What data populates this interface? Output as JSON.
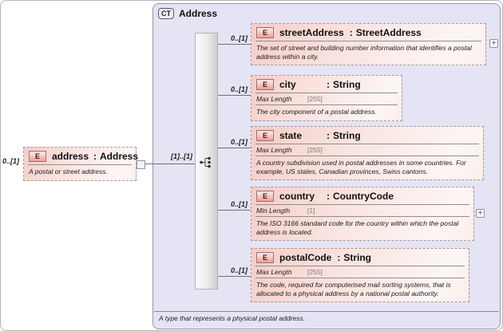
{
  "diagram": {
    "labels": {
      "colon": ":"
    },
    "type_container": {
      "badge": "CT",
      "title": "Address",
      "footer": "A type that represents a physical postal address."
    },
    "root": {
      "cardinality": "0..[1]",
      "icon": "E",
      "name": "address",
      "type": "Address",
      "description": "A postal or street address."
    },
    "sequence": {
      "cardinality": "[1]..[1]"
    },
    "expand_symbol": "+",
    "children": [
      {
        "cardinality": "0..[1]",
        "icon": "E",
        "name": "streetAddress",
        "type": "StreetAddress",
        "description": "The set of street and building number information that identifies a postal address within a city."
      },
      {
        "cardinality": "0..[1]",
        "icon": "E",
        "name": "city",
        "type": "String",
        "facet_name": "Max Length",
        "facet_value": "[255]",
        "description": "The city component of a postal address."
      },
      {
        "cardinality": "0..[1]",
        "icon": "E",
        "name": "state",
        "type": "String",
        "facet_name": "Max Length",
        "facet_value": "[255]",
        "description": "A country subdivision used in postal addresses in some countries. For example, US states, Canadian provinces, Swiss cantons."
      },
      {
        "cardinality": "0..[1]",
        "icon": "E",
        "name": "country",
        "type": "CountryCode",
        "facet_name": "Min Length",
        "facet_value": "[1]",
        "description": "The ISO 3166 standard code for the country within which the postal address is located."
      },
      {
        "cardinality": "0..[1]",
        "icon": "E",
        "name": "postalCode",
        "type": "String",
        "facet_name": "Max Length",
        "facet_value": "[255]",
        "description": "The code, required for computerised mail sorting systems, that is allocated to a physical address by a national postal authority."
      }
    ],
    "colors": {
      "container_bg": "#e4e4f5",
      "element_fill": "#f5cdc6",
      "element_border": "#a89898",
      "icon_fill": "#ef9d92",
      "line": "#707070"
    }
  }
}
